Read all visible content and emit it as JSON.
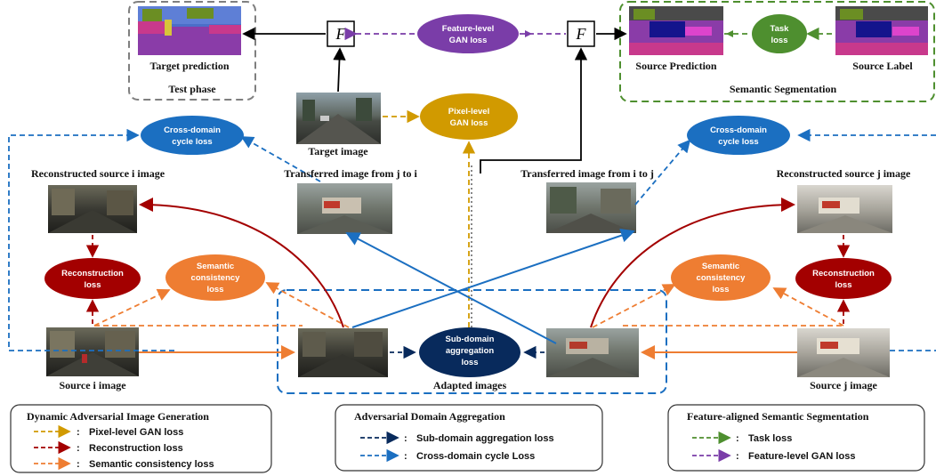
{
  "colors": {
    "gold": "#d19a00",
    "darkred": "#a30000",
    "orange": "#ee7d32",
    "navy": "#082a5c",
    "blue": "#1b6fc1",
    "green": "#4e8f2f",
    "purple": "#7a3da8",
    "gray": "#7f7f7f"
  },
  "captions": {
    "target_prediction": "Target prediction",
    "test_phase": "Test phase",
    "target_image": "Target image",
    "source_prediction": "Source Prediction",
    "source_label": "Source Label",
    "semantic_segmentation": "Semantic Segmentation",
    "recon_source_i": "Reconstructed source i image",
    "recon_source_j": "Reconstructed source j image",
    "transfer_j_to_i": "Transferred image from j to i",
    "transfer_i_to_j": "Transferred image from i to j",
    "source_i": "Source i image",
    "source_j": "Source j image",
    "adapted_images": "Adapted images"
  },
  "losses": {
    "feature_gan": [
      "Feature-level",
      "GAN loss"
    ],
    "pixel_gan": [
      "Pixel-level",
      "GAN loss"
    ],
    "task": [
      "Task",
      "loss"
    ],
    "cycle": [
      "Cross-domain",
      "cycle loss"
    ],
    "reconstruction": [
      "Reconstruction",
      "loss"
    ],
    "semantic": [
      "Semantic",
      "consistency",
      "loss"
    ],
    "subdomain": [
      "Sub-domain",
      "aggregation",
      "loss"
    ]
  },
  "mapping_label": "F",
  "legends": [
    {
      "title": "Dynamic Adversarial Image Generation",
      "items": [
        {
          "label": "Pixel-level GAN loss",
          "color": "#d19a00"
        },
        {
          "label": "Reconstruction loss",
          "color": "#a30000"
        },
        {
          "label": "Semantic consistency loss",
          "color": "#ee7d32"
        }
      ]
    },
    {
      "title": "Adversarial Domain Aggregation",
      "items": [
        {
          "label": "Sub-domain aggregation loss",
          "color": "#082a5c"
        },
        {
          "label": "Cross-domain cycle Loss",
          "color": "#1b6fc1"
        }
      ]
    },
    {
      "title": "Feature-aligned Semantic Segmentation",
      "items": [
        {
          "label": "Task loss",
          "color": "#4e8f2f"
        },
        {
          "label": "Feature-level GAN loss",
          "color": "#7a3da8"
        }
      ]
    }
  ]
}
